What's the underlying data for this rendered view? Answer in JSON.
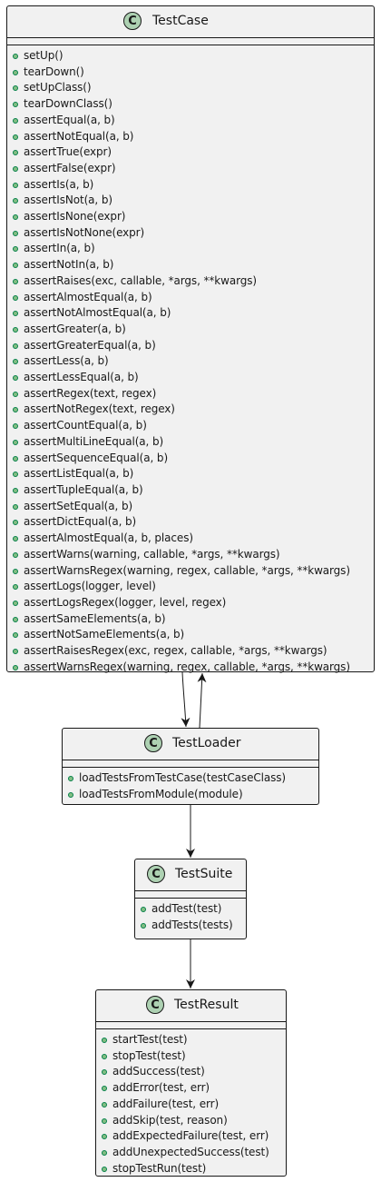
{
  "classes": {
    "testcase": {
      "name": "TestCase",
      "stereotype_letter": "C",
      "methods": [
        "setUp()",
        "tearDown()",
        "setUpClass()",
        "tearDownClass()",
        "assertEqual(a, b)",
        "assertNotEqual(a, b)",
        "assertTrue(expr)",
        "assertFalse(expr)",
        "assertIs(a, b)",
        "assertIsNot(a, b)",
        "assertIsNone(expr)",
        "assertIsNotNone(expr)",
        "assertIn(a, b)",
        "assertNotIn(a, b)",
        "assertRaises(exc, callable, *args, **kwargs)",
        "assertAlmostEqual(a, b)",
        "assertNotAlmostEqual(a, b)",
        "assertGreater(a, b)",
        "assertGreaterEqual(a, b)",
        "assertLess(a, b)",
        "assertLessEqual(a, b)",
        "assertRegex(text, regex)",
        "assertNotRegex(text, regex)",
        "assertCountEqual(a, b)",
        "assertMultiLineEqual(a, b)",
        "assertSequenceEqual(a, b)",
        "assertListEqual(a, b)",
        "assertTupleEqual(a, b)",
        "assertSetEqual(a, b)",
        "assertDictEqual(a, b)",
        "assertAlmostEqual(a, b, places)",
        "assertWarns(warning, callable, *args, **kwargs)",
        "assertWarnsRegex(warning, regex, callable, *args, **kwargs)",
        "assertLogs(logger, level)",
        "assertLogsRegex(logger, level, regex)",
        "assertSameElements(a, b)",
        "assertNotSameElements(a, b)",
        "assertRaisesRegex(exc, regex, callable, *args, **kwargs)",
        "assertWarnsRegex(warning, regex, callable, *args, **kwargs)"
      ]
    },
    "testloader": {
      "name": "TestLoader",
      "stereotype_letter": "C",
      "methods": [
        "loadTestsFromTestCase(testCaseClass)",
        "loadTestsFromModule(module)"
      ]
    },
    "testsuite": {
      "name": "TestSuite",
      "stereotype_letter": "C",
      "methods": [
        "addTest(test)",
        "addTests(tests)"
      ]
    },
    "testresult": {
      "name": "TestResult",
      "stereotype_letter": "C",
      "methods": [
        "startTest(test)",
        "stopTest(test)",
        "addSuccess(test)",
        "addError(test, err)",
        "addFailure(test, err)",
        "addSkip(test, reason)",
        "addExpectedFailure(test, err)",
        "addUnexpectedSuccess(test)",
        "stopTestRun(test)"
      ]
    }
  },
  "relations": [
    {
      "from": "TestCase",
      "to": "TestLoader"
    },
    {
      "from": "TestLoader",
      "to": "TestCase"
    },
    {
      "from": "TestLoader",
      "to": "TestSuite"
    },
    {
      "from": "TestSuite",
      "to": "TestResult"
    }
  ],
  "colors": {
    "class_fill": "#f1f1f1",
    "border": "#181818",
    "class_badge": "#add1b2",
    "public_marker_fill": "#84be84",
    "public_marker_border": "#038048"
  }
}
